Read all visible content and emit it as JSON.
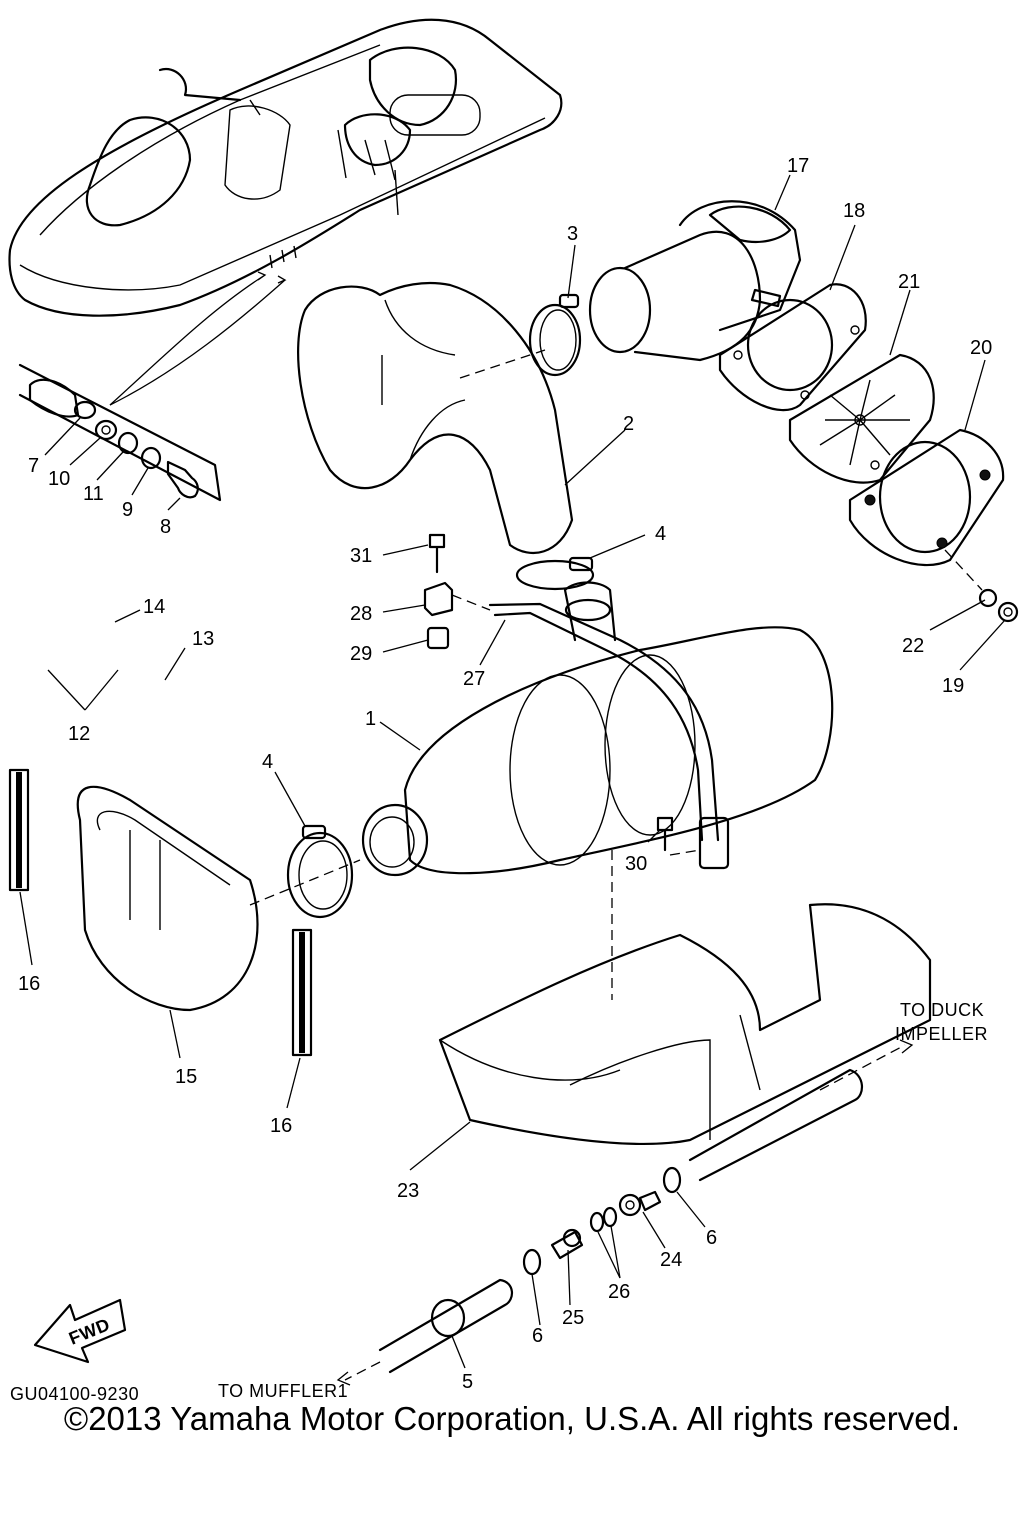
{
  "labels": {
    "p1": "1",
    "p2": "2",
    "p3": "3",
    "p4a": "4",
    "p4b": "4",
    "p5": "5",
    "p6a": "6",
    "p6b": "6",
    "p7": "7",
    "p8": "8",
    "p9": "9",
    "p10": "10",
    "p11": "11",
    "p12": "12",
    "p13": "13",
    "p14": "14",
    "p15": "15",
    "p16a": "16",
    "p16b": "16",
    "p17": "17",
    "p18": "18",
    "p19": "19",
    "p20": "20",
    "p21": "21",
    "p22": "22",
    "p23": "23",
    "p24": "24",
    "p25": "25",
    "p26": "26",
    "p27": "27",
    "p28": "28",
    "p29": "29",
    "p30": "30",
    "p31": "31"
  },
  "notes": {
    "to_duck_line1": "TO DUCK",
    "to_duck_line2": "IMPELLER",
    "to_muffler": "TO MUFFLER1",
    "fwd": "FWD",
    "diagram_code": "GU04100-9230"
  },
  "copyright": "©2013 Yamaha Motor Corporation, U.S.A. All rights reserved."
}
